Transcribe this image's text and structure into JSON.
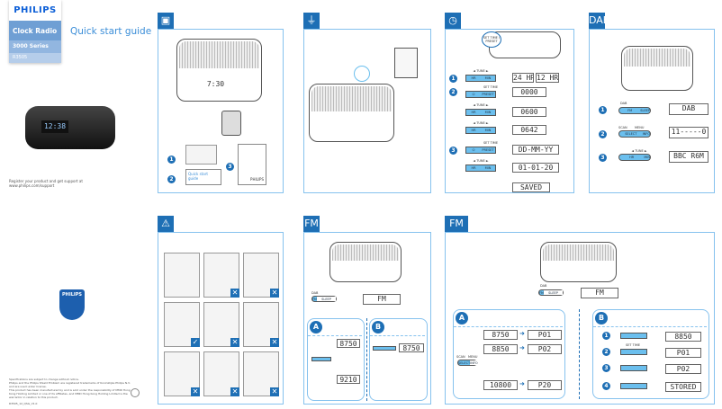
{
  "cover": {
    "brand": "PHILIPS",
    "product": "Clock Radio",
    "series": "3000 Series",
    "model": "R3505",
    "title": "Quick start guide",
    "clock_display": "12:38",
    "register_line1": "Register your product and get support at",
    "register_line2": "www.philips.com/support",
    "shield_text": "PHILIPS",
    "legal": [
      "Specifications are subject to change without notice.",
      "Philips and the Philips Shield Emblem are registered trademarks of Koninklijke Philips N.V. and are used under license.",
      "This product has been manufactured by and is sold under the responsibility of MMD Hong Kong Holding Limited or one of its affiliates, and MMD Hong Kong Holding Limited is the warrantor in relation to this product."
    ],
    "doc_code": "R3505_12_QSG_V1.0"
  },
  "panels": {
    "setup": {
      "icon": "unpack-icon",
      "display": "7:30",
      "booklet": "Quick start guide",
      "brand_small": "PHILIPS"
    },
    "power": {
      "icon": "plug-icon"
    },
    "clock": {
      "icon": "clock-icon",
      "callout": "SET TIME / PRESET",
      "tune": "◄ TUNE ►",
      "set_time": "SET TIME",
      "hr": "HR",
      "min": "MIN",
      "preset": "PRESET",
      "power": "⏻",
      "displays": [
        "24 HR",
        "12 HR",
        "0000",
        "0600",
        "0642",
        "DD-MM-YY",
        "01-01-20",
        "SAVED"
      ]
    },
    "dab": {
      "icon": "dab-radio-icon",
      "dab_label": "DAB",
      "fm": "FM",
      "sleep": "SLEEP",
      "scan": "SCAN",
      "menu": "MENU",
      "select": "SELECT",
      "info": "INFO",
      "tune": "◄ TUNE ►",
      "hr": "HR",
      "min": "MIN",
      "displays": [
        "DAB",
        "11-----0",
        "BBC R6M"
      ]
    },
    "safety": {
      "icon": "warning-icon"
    },
    "fm": {
      "icon": "fm-search-icon",
      "dab_label": "DAB",
      "fm": "FM",
      "sleep": "SLEEP",
      "display": "FM",
      "a": "A",
      "b": "B",
      "a_displays": [
        "8750",
        "9210"
      ],
      "b_display": "8750"
    },
    "presets": {
      "icon": "fm-preset-icon",
      "dab_label": "DAB",
      "fm": "FM",
      "sleep": "SLEEP",
      "display": "FM",
      "a": "A",
      "b": "B",
      "scan": "SCAN",
      "menu": "MENU",
      "select": "SELECT",
      "info": "INFO",
      "set_time": "SET TIME",
      "preset": "PRESET",
      "a_freqs": [
        "8750",
        "8850",
        "10800"
      ],
      "a_presets": [
        "P01",
        "P02",
        "P20"
      ],
      "b_displays": [
        "8850",
        "P01",
        "P02",
        "STORED"
      ]
    }
  },
  "colors": {
    "accent": "#1e6fb5",
    "frame": "#86c2ee",
    "button": "#6bbfee"
  }
}
